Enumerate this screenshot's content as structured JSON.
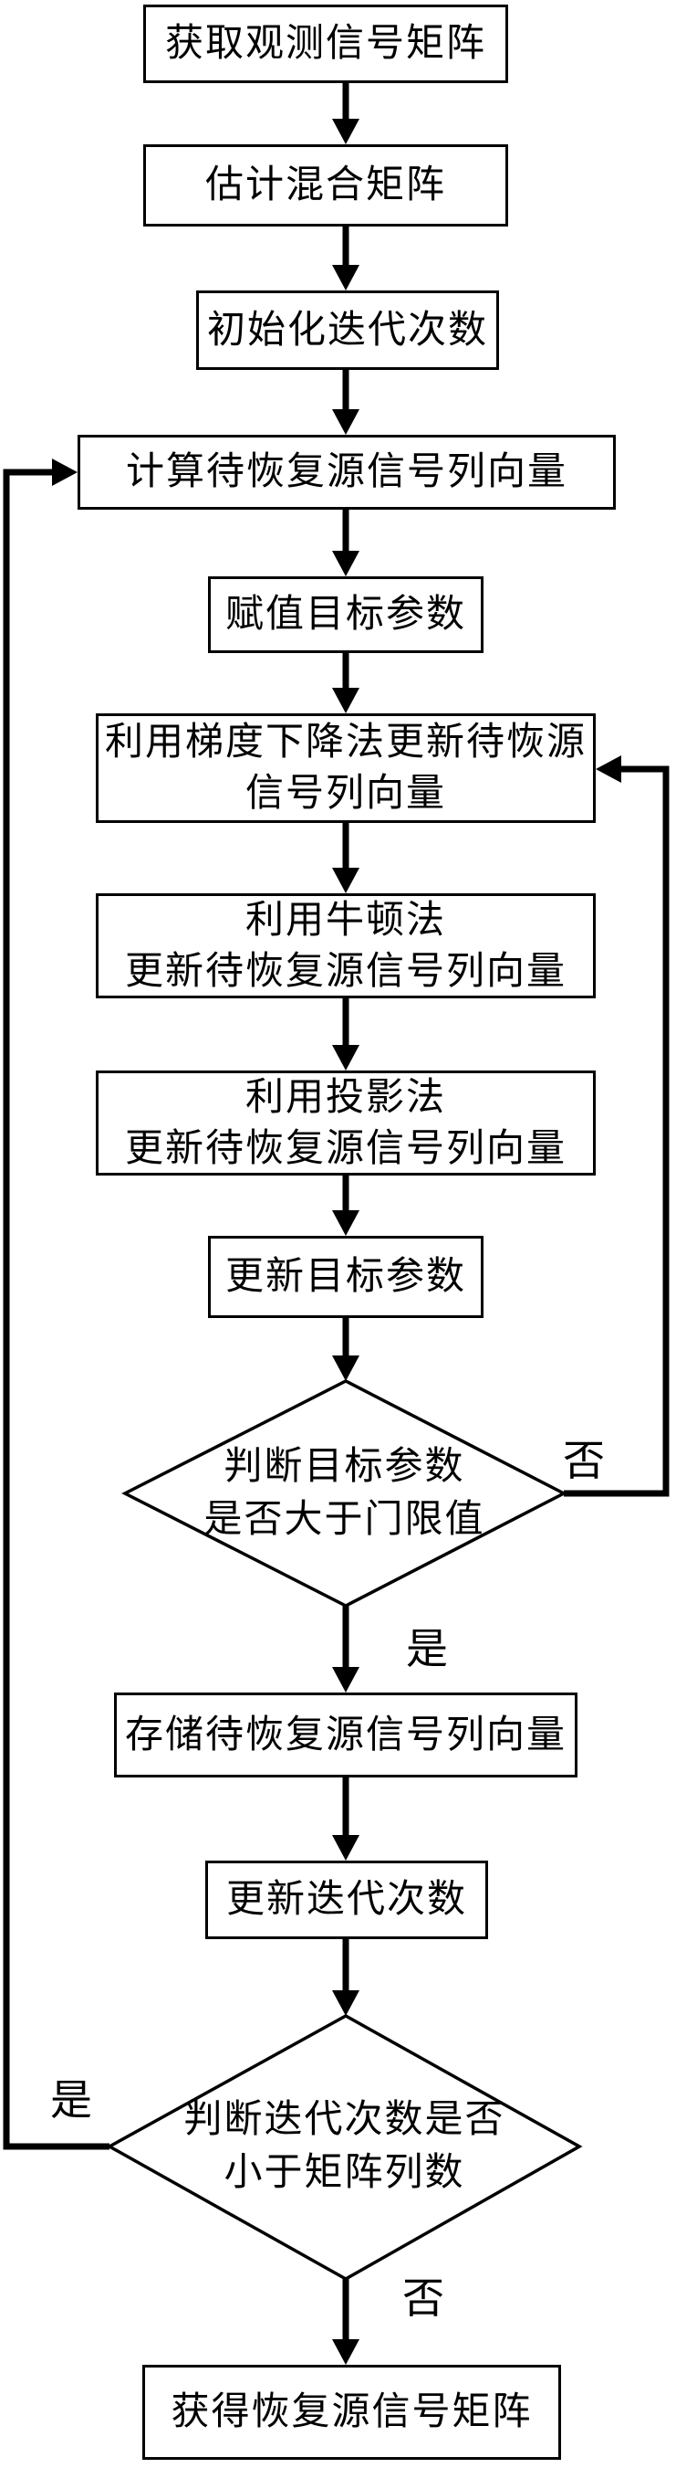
{
  "flowchart": {
    "nodes": {
      "get_observation_matrix": {
        "label": "获取观测信号矩阵",
        "type": "process"
      },
      "estimate_mixing_matrix": {
        "label": "估计混合矩阵",
        "type": "process"
      },
      "init_iteration_count": {
        "label": "初始化迭代次数",
        "type": "process"
      },
      "compute_source_vector": {
        "label": "计算待恢复源信号列向量",
        "type": "process"
      },
      "assign_target_param": {
        "label": "赋值目标参数",
        "type": "process"
      },
      "gradient_descent_update": {
        "label": "利用梯度下降法更新待恢源\n信号列向量",
        "type": "process"
      },
      "newton_update": {
        "label": "利用牛顿法\n更新待恢复源信号列向量",
        "type": "process"
      },
      "projection_update": {
        "label": "利用投影法\n更新待恢复源信号列向量",
        "type": "process"
      },
      "update_target_param": {
        "label": "更新目标参数",
        "type": "process"
      },
      "decision_target_threshold": {
        "label": "判断目标参数\n是否大于门限值",
        "type": "decision"
      },
      "store_source_vector": {
        "label": "存储待恢复源信号列向量",
        "type": "process"
      },
      "update_iteration_count": {
        "label": "更新迭代次数",
        "type": "process"
      },
      "decision_iteration_columns": {
        "label": "判断迭代次数是否\n小于矩阵列数",
        "type": "decision"
      },
      "obtain_recovered_matrix": {
        "label": "获得恢复源信号矩阵",
        "type": "process"
      }
    },
    "edge_labels": {
      "decision1_no": "否",
      "decision1_yes": "是",
      "decision2_yes": "是",
      "decision2_no": "否"
    },
    "colors": {
      "line": "#000000",
      "background": "#ffffff",
      "text": "#000000"
    }
  }
}
